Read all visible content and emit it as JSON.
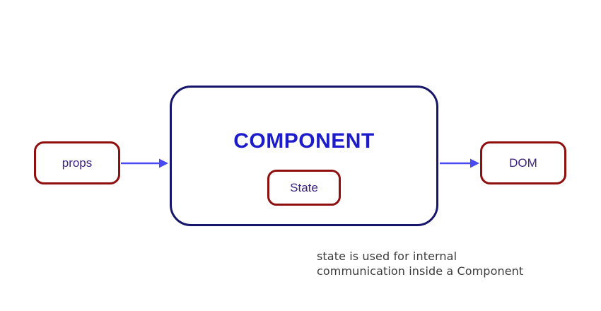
{
  "diagram": {
    "component_box": {
      "label": "COMPONENT"
    },
    "state_box": {
      "label": "State"
    },
    "props_box": {
      "label": "props"
    },
    "dom_box": {
      "label": "DOM"
    },
    "caption": {
      "line1": "state is used for internal",
      "line2": "communication inside a Component"
    }
  },
  "colors": {
    "background": "#ffffff",
    "component_border": "#15156b",
    "component_label": "#1c1ccd",
    "box_border": "#8f0e0e",
    "box_label": "#3d2483",
    "arrow": "#4949f2",
    "caption_text": "#3a3a3a"
  }
}
